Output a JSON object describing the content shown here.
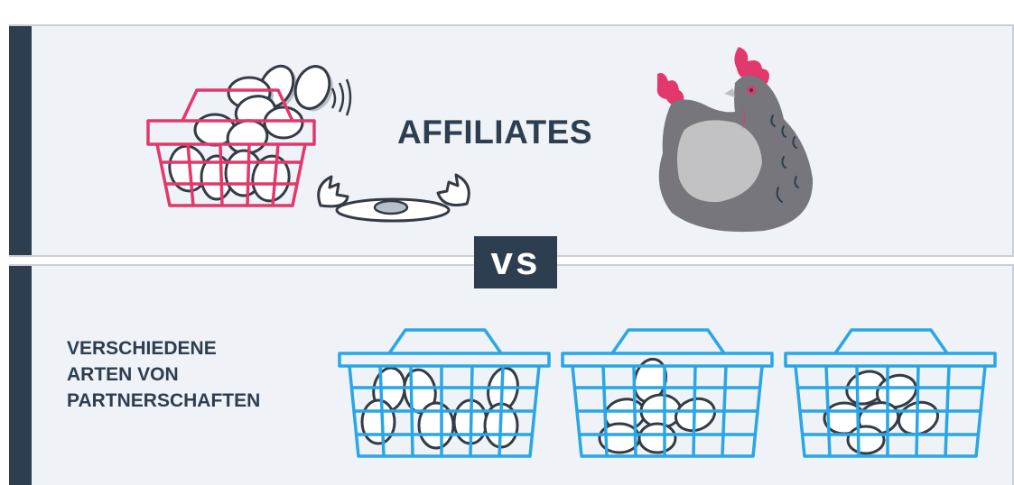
{
  "top": {
    "title": "AFFILIATES"
  },
  "vs": {
    "label": "vs"
  },
  "bottom": {
    "subtitle_lines": [
      "VERSCHIEDENE",
      "ARTEN VON",
      "PARTNERSCHAFTEN"
    ]
  },
  "colors": {
    "navy": "#2d3e50",
    "panel_bg": "#eff2f6",
    "basket_single": "#e2386b",
    "basket_multiple": "#29a6e6",
    "hen_body": "#76767c",
    "hen_wing": "#c2c2c4",
    "hen_comb": "#e2386b"
  },
  "icons": [
    "single-basket-icon",
    "broken-egg-icon",
    "hen-icon",
    "blue-basket-icon"
  ]
}
